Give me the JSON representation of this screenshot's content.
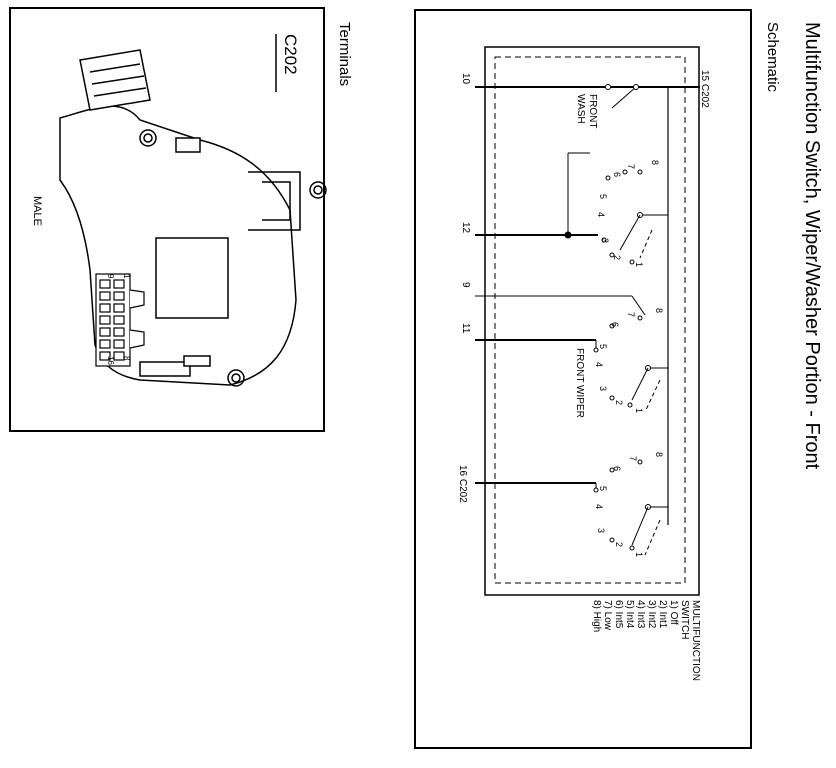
{
  "title": "Multifunction Switch, Wiper/Washer Portion - Front",
  "subtitle": "Schematic",
  "schematic": {
    "connector_top": "15  C202",
    "connector_bottom": "16  C202",
    "pin_10": "10",
    "pin_12": "12",
    "pin_9": "9",
    "pin_11": "11",
    "front_wash_1": "FRONT",
    "front_wash_2": "WASH",
    "front_wiper": "FRONT WIPER",
    "contacts": [
      "1",
      "2",
      "3",
      "4",
      "5",
      "6",
      "7",
      "8"
    ],
    "legend_title_1": "MULTIFUNCTION",
    "legend_title_2": "SWITCH",
    "legend_items": [
      "1) Off",
      "2) Int1",
      "3) Int2",
      "4) Int3",
      "5) Int4",
      "6) Int5",
      "7) Low",
      "8) High"
    ]
  },
  "terminals": {
    "label": "Terminals",
    "connector": "C202",
    "gender": "MALE",
    "pin_1": "1",
    "pin_8": "8",
    "pin_9": "9",
    "pin_16": "16"
  }
}
